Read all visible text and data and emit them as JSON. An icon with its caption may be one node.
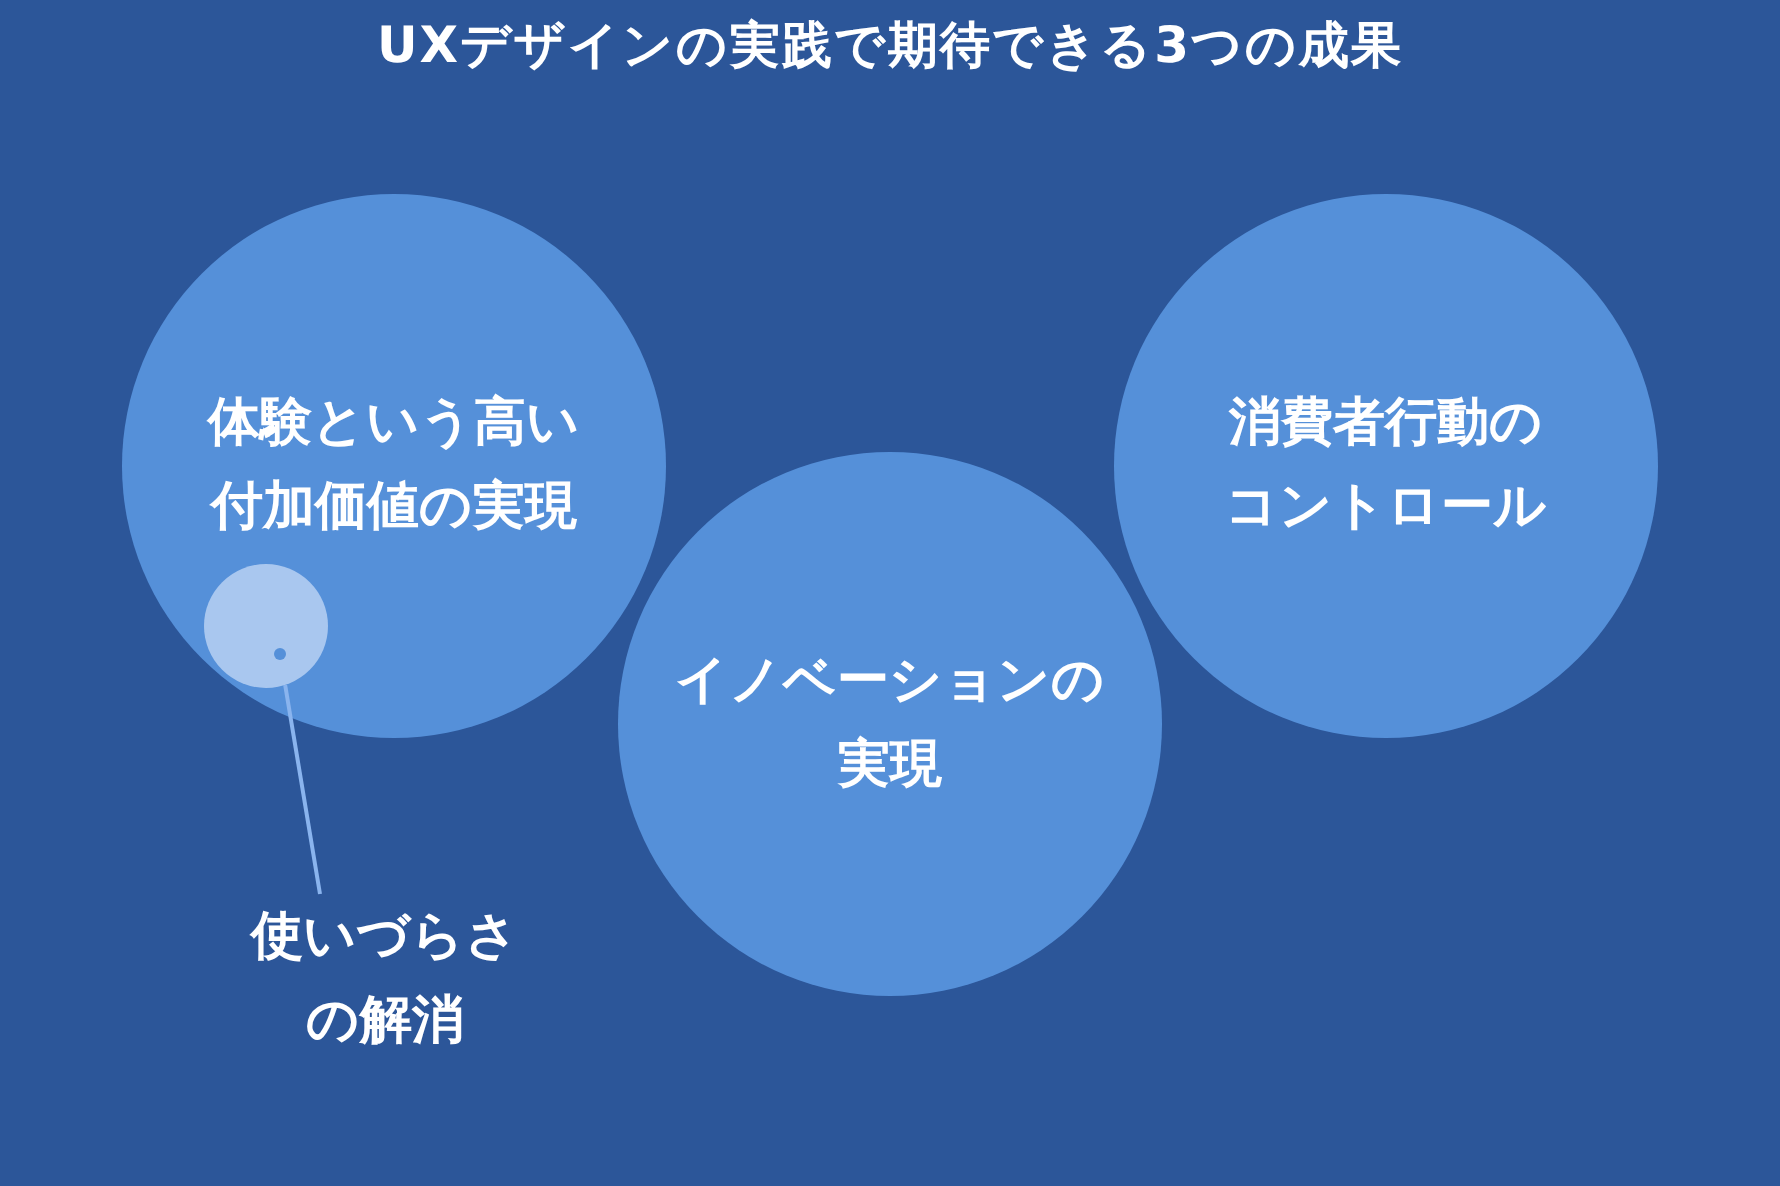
{
  "diagram": {
    "title": "UXデザインの実践で期待できる3つの成果",
    "nodes": [
      {
        "text": [
          "体験という高い付加価値の実現"
        ]
      },
      {
        "text": [],
        "shape": "circle",
        "in": 0
      },
      {
        "text": [
          "消費者行動のコントロール"
        ]
      },
      {
        "text": [
          "イノベーションの実現"
        ]
      },
      {
        "text": [
          "使いづらさの解消"
        ]
      }
    ],
    "edges": [
      {
        "from": 4,
        "to": 1,
        "arrow": "none"
      }
    ]
  }
}
